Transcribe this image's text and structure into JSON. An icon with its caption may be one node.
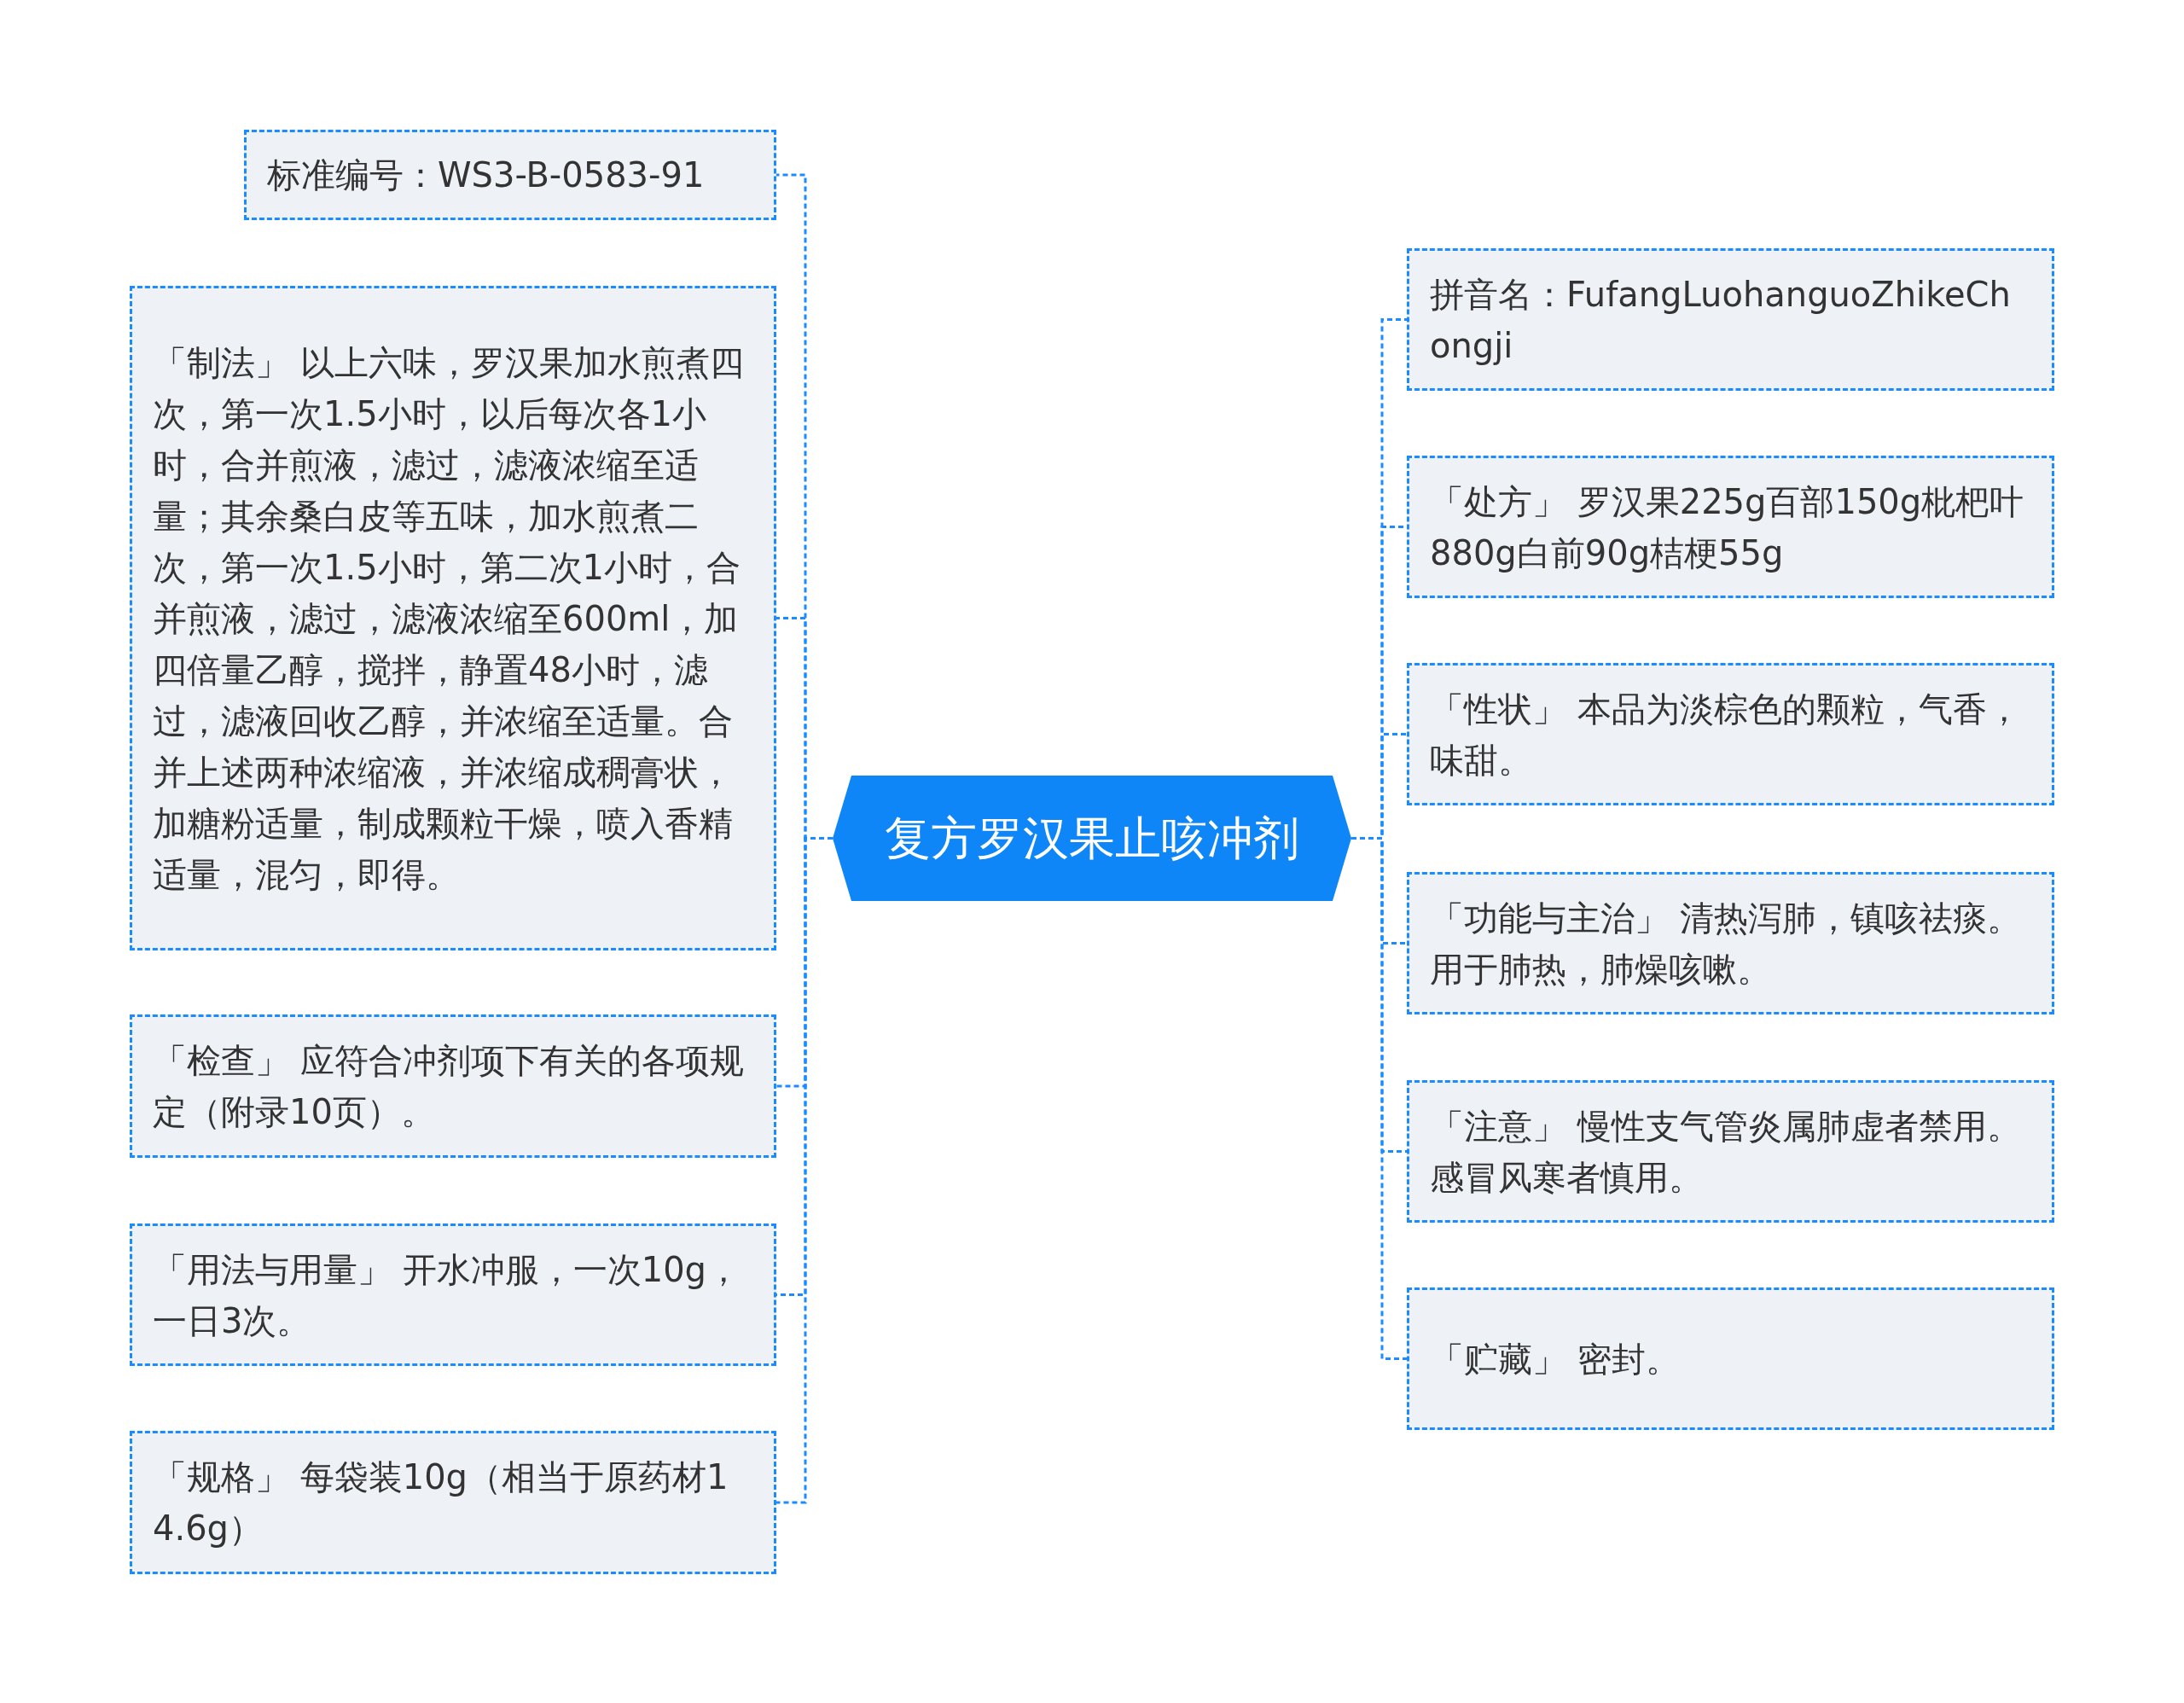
{
  "diagram": {
    "nodes": [
      {
        "text": [
          "复方罗汉果止咳冲剂"
        ]
      },
      {
        "text": [
          "标准编号：WS3-B-0583-91"
        ]
      },
      {
        "text": [
          "「制法」 以上六味，罗汉果加水煎煮四次，第一次1.5小时，以后每次各1小时，合并煎液，滤过，滤液浓缩至适量；其余桑白皮等五味，加水煎煮二次，第一次1.5小时，第二次1小时，合并煎液，滤过，滤液浓缩至600ml，加四倍量乙醇，搅拌，静置48小时，滤过，滤液回收乙醇，并浓缩至适量。合并上述两种浓缩液，并浓缩成稠膏状，加糖粉适量，制成颗粒干燥，喷入香精适量，混匀，即得。"
        ]
      },
      {
        "text": [
          "「检查」 应符合冲剂项下有关的各项规定（附录10页）。"
        ]
      },
      {
        "text": [
          "「用法与用量」 开水冲服，一次10g，一日3次。"
        ]
      },
      {
        "text": [
          "「规格」 每袋装10g（相当于原药材14.6g）"
        ]
      },
      {
        "text": [
          "拼音名：FufangLuohanguoZhikeChongji"
        ]
      },
      {
        "text": [
          "「处方」 罗汉果225g百部150g枇杷叶880g白前90g桔梗55g"
        ]
      },
      {
        "text": [
          "「性状」 本品为淡棕色的颗粒，气香，味甜。"
        ]
      },
      {
        "text": [
          "「功能与主治」 清热泻肺，镇咳祛痰。用于肺热，肺燥咳嗽。"
        ]
      },
      {
        "text": [
          "「注意」 慢性支气管炎属肺虚者禁用。感冒风寒者慎用。"
        ]
      },
      {
        "text": [
          "「贮藏」 密封。"
        ]
      }
    ],
    "edges": [
      {
        "from": 0,
        "to": 1,
        "arrow": "none"
      },
      {
        "from": 0,
        "to": 2,
        "arrow": "none"
      },
      {
        "from": 0,
        "to": 3,
        "arrow": "none"
      },
      {
        "from": 0,
        "to": 4,
        "arrow": "none"
      },
      {
        "from": 0,
        "to": 5,
        "arrow": "none"
      },
      {
        "from": 0,
        "to": 6,
        "arrow": "none"
      },
      {
        "from": 0,
        "to": 7,
        "arrow": "none"
      },
      {
        "from": 0,
        "to": 8,
        "arrow": "none"
      },
      {
        "from": 0,
        "to": 9,
        "arrow": "none"
      },
      {
        "from": 0,
        "to": 10,
        "arrow": "none"
      },
      {
        "from": 0,
        "to": 11,
        "arrow": "none"
      }
    ]
  }
}
